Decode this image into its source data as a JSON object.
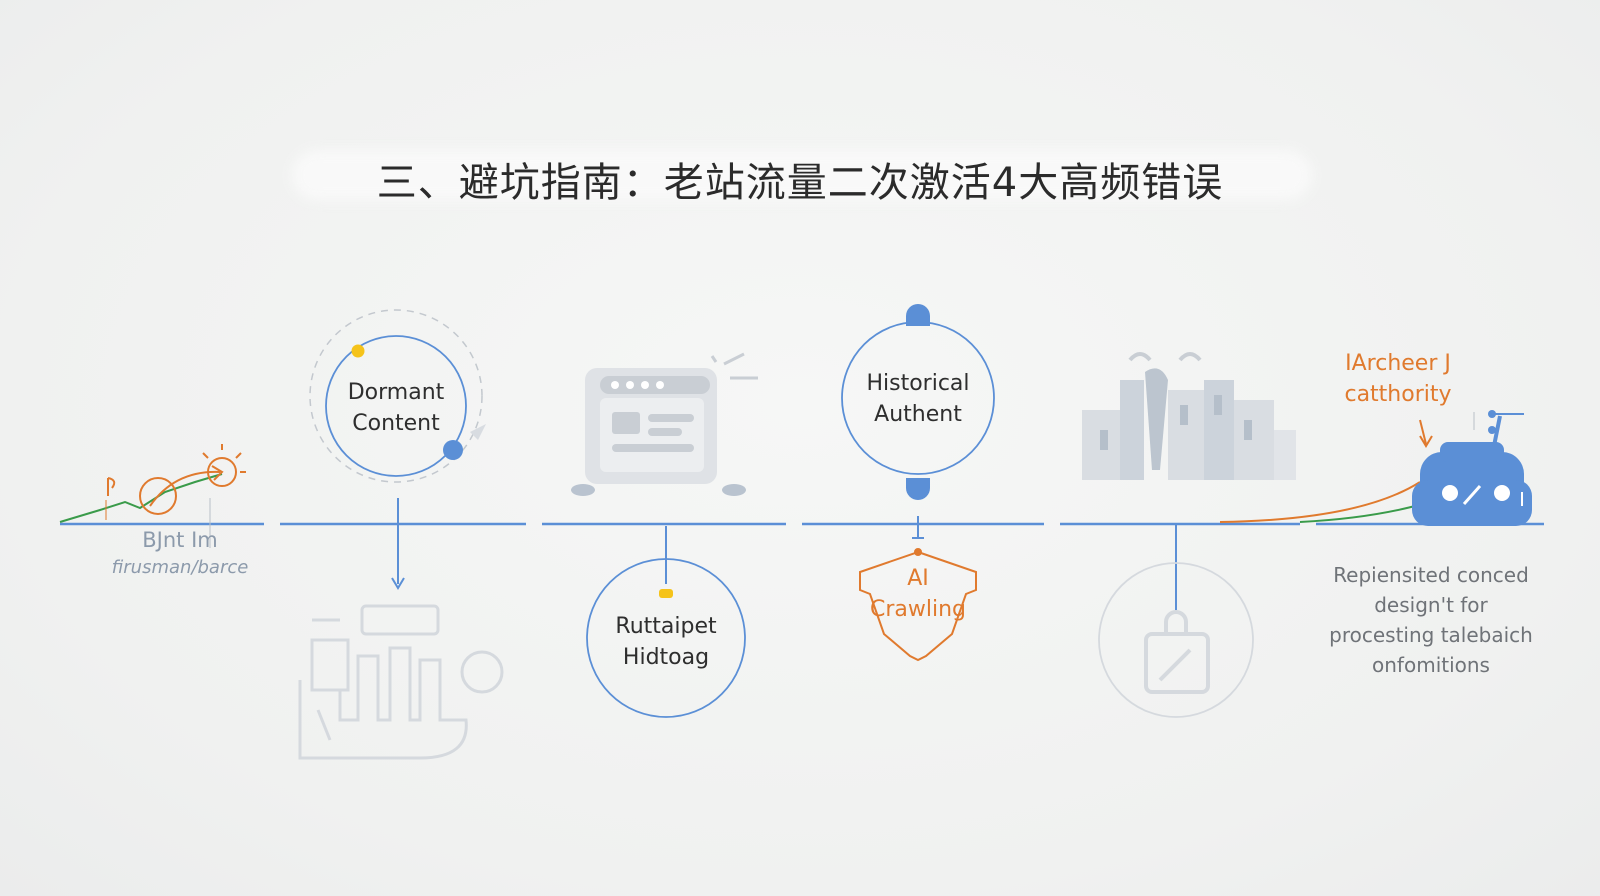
{
  "title": "三、避坑指南：老站流量二次激活4大高频错误",
  "nodes": {
    "n1": {
      "line1": "BJnt Im",
      "line2": "firusman/barce"
    },
    "n2": {
      "line1": "Dormant",
      "line2": "Content"
    },
    "n3": {
      "line1": "Ruttaipet",
      "line2": "Hidtoag"
    },
    "n4": {
      "line1": "Historical",
      "line2": "Authent"
    },
    "n5": {
      "line1": "AI",
      "line2": "Crawling"
    },
    "n6": {
      "line1": "IArcheer J",
      "line2": "catthority"
    },
    "n7": {
      "line1": "Repiensited conced",
      "line2": "design't for",
      "line3": "procesting talebaich",
      "line4": "onfomitions"
    }
  },
  "icons": {
    "icon1": "growth-chart-icon",
    "icon2": "orbit-ring-icon",
    "icon3": "hand-data-icon",
    "icon4": "browser-window-icon",
    "icon5": "shield-badge-icon",
    "icon6": "city-buildings-icon",
    "icon7": "clipboard-icon",
    "icon8": "robot-car-icon"
  },
  "colors": {
    "blue": "#5b8fd6",
    "orange": "#e07a2e",
    "green": "#3a9b4a",
    "yellow": "#f5c31a",
    "faint": "#cdd3da"
  }
}
